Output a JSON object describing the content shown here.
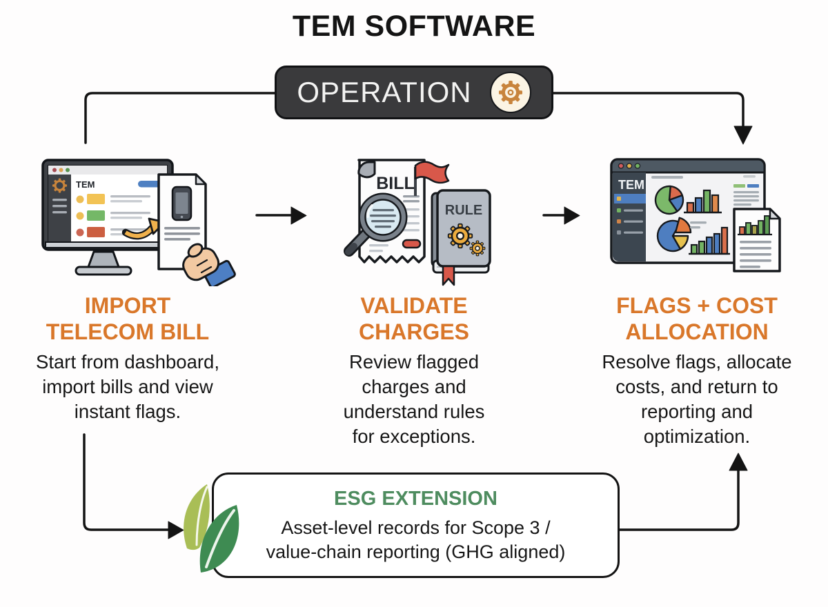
{
  "title": "TEM SOFTWARE",
  "operation": {
    "label": "OPERATION",
    "icon": "gear-icon"
  },
  "steps": [
    {
      "heading": "IMPORT\nTELECOM BILL",
      "description": "Start from dashboard,\nimport bills and view\ninstant flags.",
      "illustration": {
        "name": "monitor-with-tem-dashboard-and-bill",
        "app_label": "TEM"
      }
    },
    {
      "heading": "VALIDATE\nCHARGES",
      "description": "Review flagged\ncharges and\nunderstand rules\nfor exceptions.",
      "illustration": {
        "name": "bill-magnifier-and-rule-book",
        "bill_label": "BILL",
        "rule_label": "RULE"
      }
    },
    {
      "heading": "FLAGS + COST\nALLOCATION",
      "description": "Resolve flags, allocate\ncosts, and return to\nreporting and\noptimization.",
      "illustration": {
        "name": "analytics-dashboard-and-report",
        "app_label": "TEM"
      }
    }
  ],
  "esg": {
    "heading": "ESG EXTENSION",
    "description": "Asset-level records for Scope 3 /\nvalue-chain reporting (GHG aligned)",
    "icon": "leaf-icon"
  },
  "colors": {
    "accent_orange": "#D9772A",
    "accent_green": "#4E8C5F",
    "operation_bg": "#3A3A3C",
    "connector_line": "#141414",
    "gear_orange": "#C8843C",
    "leaf_light": "#A9BE56",
    "leaf_dark": "#3E8B52"
  }
}
